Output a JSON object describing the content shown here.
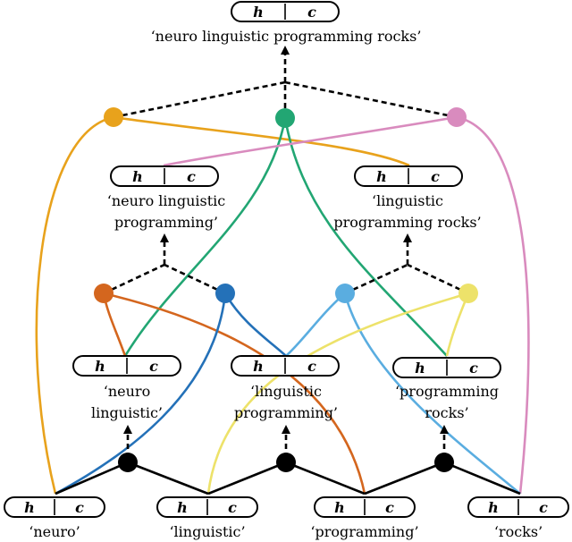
{
  "cell_labels": {
    "h": "h",
    "c": "c"
  },
  "nodes": {
    "root_label": "‘neuro linguistic programming rocks’",
    "l2_left_line1": "‘neuro linguistic",
    "l2_left_line2": "programming’",
    "l2_right_line1": "‘linguistic",
    "l2_right_line2": "programming rocks’",
    "l1_a_line1": "‘neuro",
    "l1_a_line2": "linguistic’",
    "l1_b_line1": "‘linguistic",
    "l1_b_line2": "programming’",
    "l1_c_line1": "‘programming",
    "l1_c_line2": "rocks’",
    "leaf_1": "‘neuro’",
    "leaf_2": "‘linguistic’",
    "leaf_3": "‘programming’",
    "leaf_4": "‘rocks’"
  },
  "colors": {
    "orange_gold": "#E8A21C",
    "green": "#22A673",
    "pink": "#D98BBE",
    "dark_orange": "#D4661E",
    "blue": "#2471B8",
    "light_blue": "#5AADE0",
    "yellow": "#EDE26A",
    "black": "#000000"
  }
}
